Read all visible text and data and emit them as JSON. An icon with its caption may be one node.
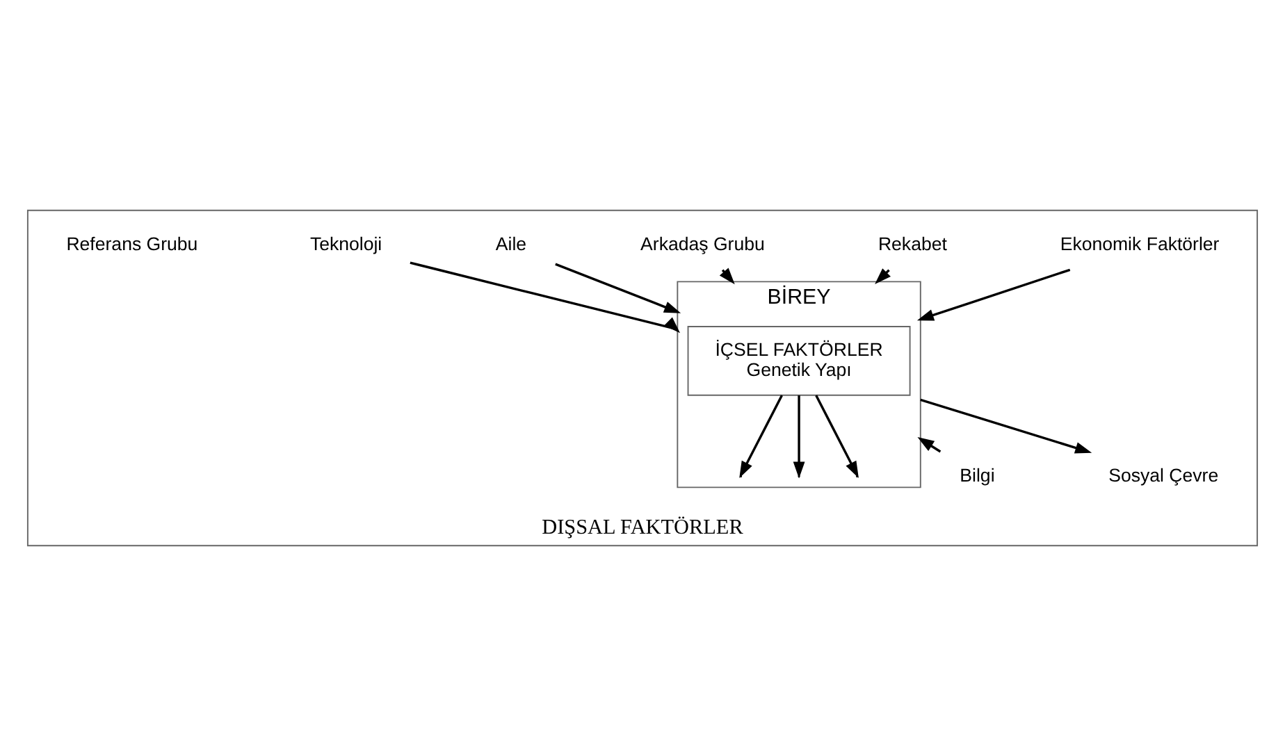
{
  "diagram": {
    "nodes": [
      {
        "text": [
          "DIŞSAL FAKTÖRLER"
        ]
      },
      {
        "text": [
          "Ekonomik Faktörler"
        ],
        "in": 0
      },
      {
        "text": [
          "Rekabet"
        ],
        "in": 0
      },
      {
        "text": [
          "Arkadaş Grubu"
        ],
        "in": 0
      },
      {
        "text": [
          "Aile"
        ],
        "in": 0
      },
      {
        "text": [
          "BİREY"
        ],
        "in": 0
      },
      {
        "text": [
          "İÇSEL FAKTÖRLER",
          "Genetik Yapı"
        ],
        "in": 5
      },
      {
        "text": [
          "Teknoloji"
        ],
        "in": 0
      },
      {
        "text": [
          "Referans Grubu"
        ],
        "in": 0
      },
      {
        "text": [
          "Bilgi"
        ],
        "in": 0
      },
      {
        "text": [
          "Sosyal Çevre"
        ],
        "in": 0
      }
    ],
    "edges": [
      {
        "from": 1,
        "to": 5,
        "arrow": "to"
      },
      {
        "from": 2,
        "to": 5,
        "arrow": "to"
      },
      {
        "from": 3,
        "to": 5,
        "arrow": "to"
      },
      {
        "from": 4,
        "to": 5,
        "arrow": "to"
      },
      {
        "from": 7,
        "to": 5,
        "arrow": "to"
      },
      {
        "from": 6,
        "to": null,
        "arrow": "to"
      },
      {
        "from": 6,
        "to": null,
        "arrow": "to"
      },
      {
        "from": 6,
        "to": null,
        "arrow": "to"
      },
      {
        "from": 9,
        "to": 5,
        "arrow": "to"
      },
      {
        "from": 5,
        "to": 10,
        "arrow": "to"
      }
    ]
  }
}
